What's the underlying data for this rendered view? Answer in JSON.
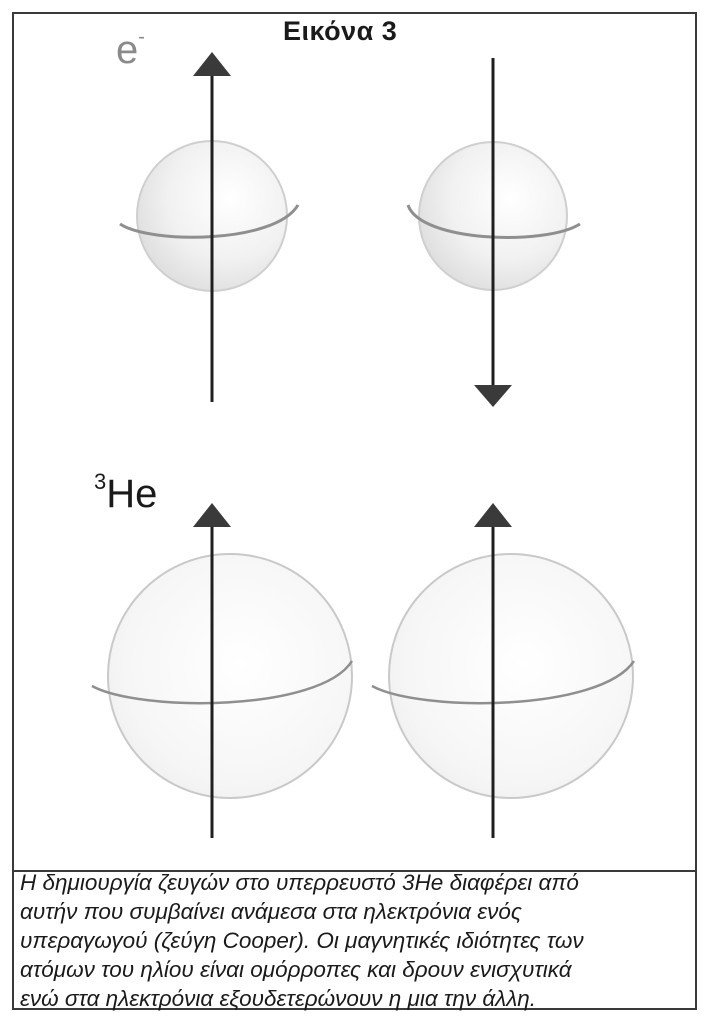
{
  "figure": {
    "title": "Εικόνα 3",
    "label_electron": "e",
    "label_electron_sup": "-",
    "label_helium_sup": "3",
    "label_helium": "He"
  },
  "caption": {
    "lines": [
      "Η δημιουργία ζευγών στο υπερρευστό 3He διαφέρει από",
      "αυτήν που συμβαίνει ανάμεσα στα ηλεκτρόνια ενός",
      "υπεραγωγού (ζεύγη Cooper). Οι μαγνητικές ιδιότητες των",
      "ατόμων του ηλίου είναι ομόρροπες και δρουν ενισχυτικά",
      "ενώ στα ηλεκτρόνια εξουδετερώνουν η μια την άλλη."
    ]
  },
  "colors": {
    "border": "#3a3a3a",
    "arrow": "#1f1f1f",
    "sphere_outline": "#c9c9c9",
    "equator": "#8f8f8f"
  }
}
